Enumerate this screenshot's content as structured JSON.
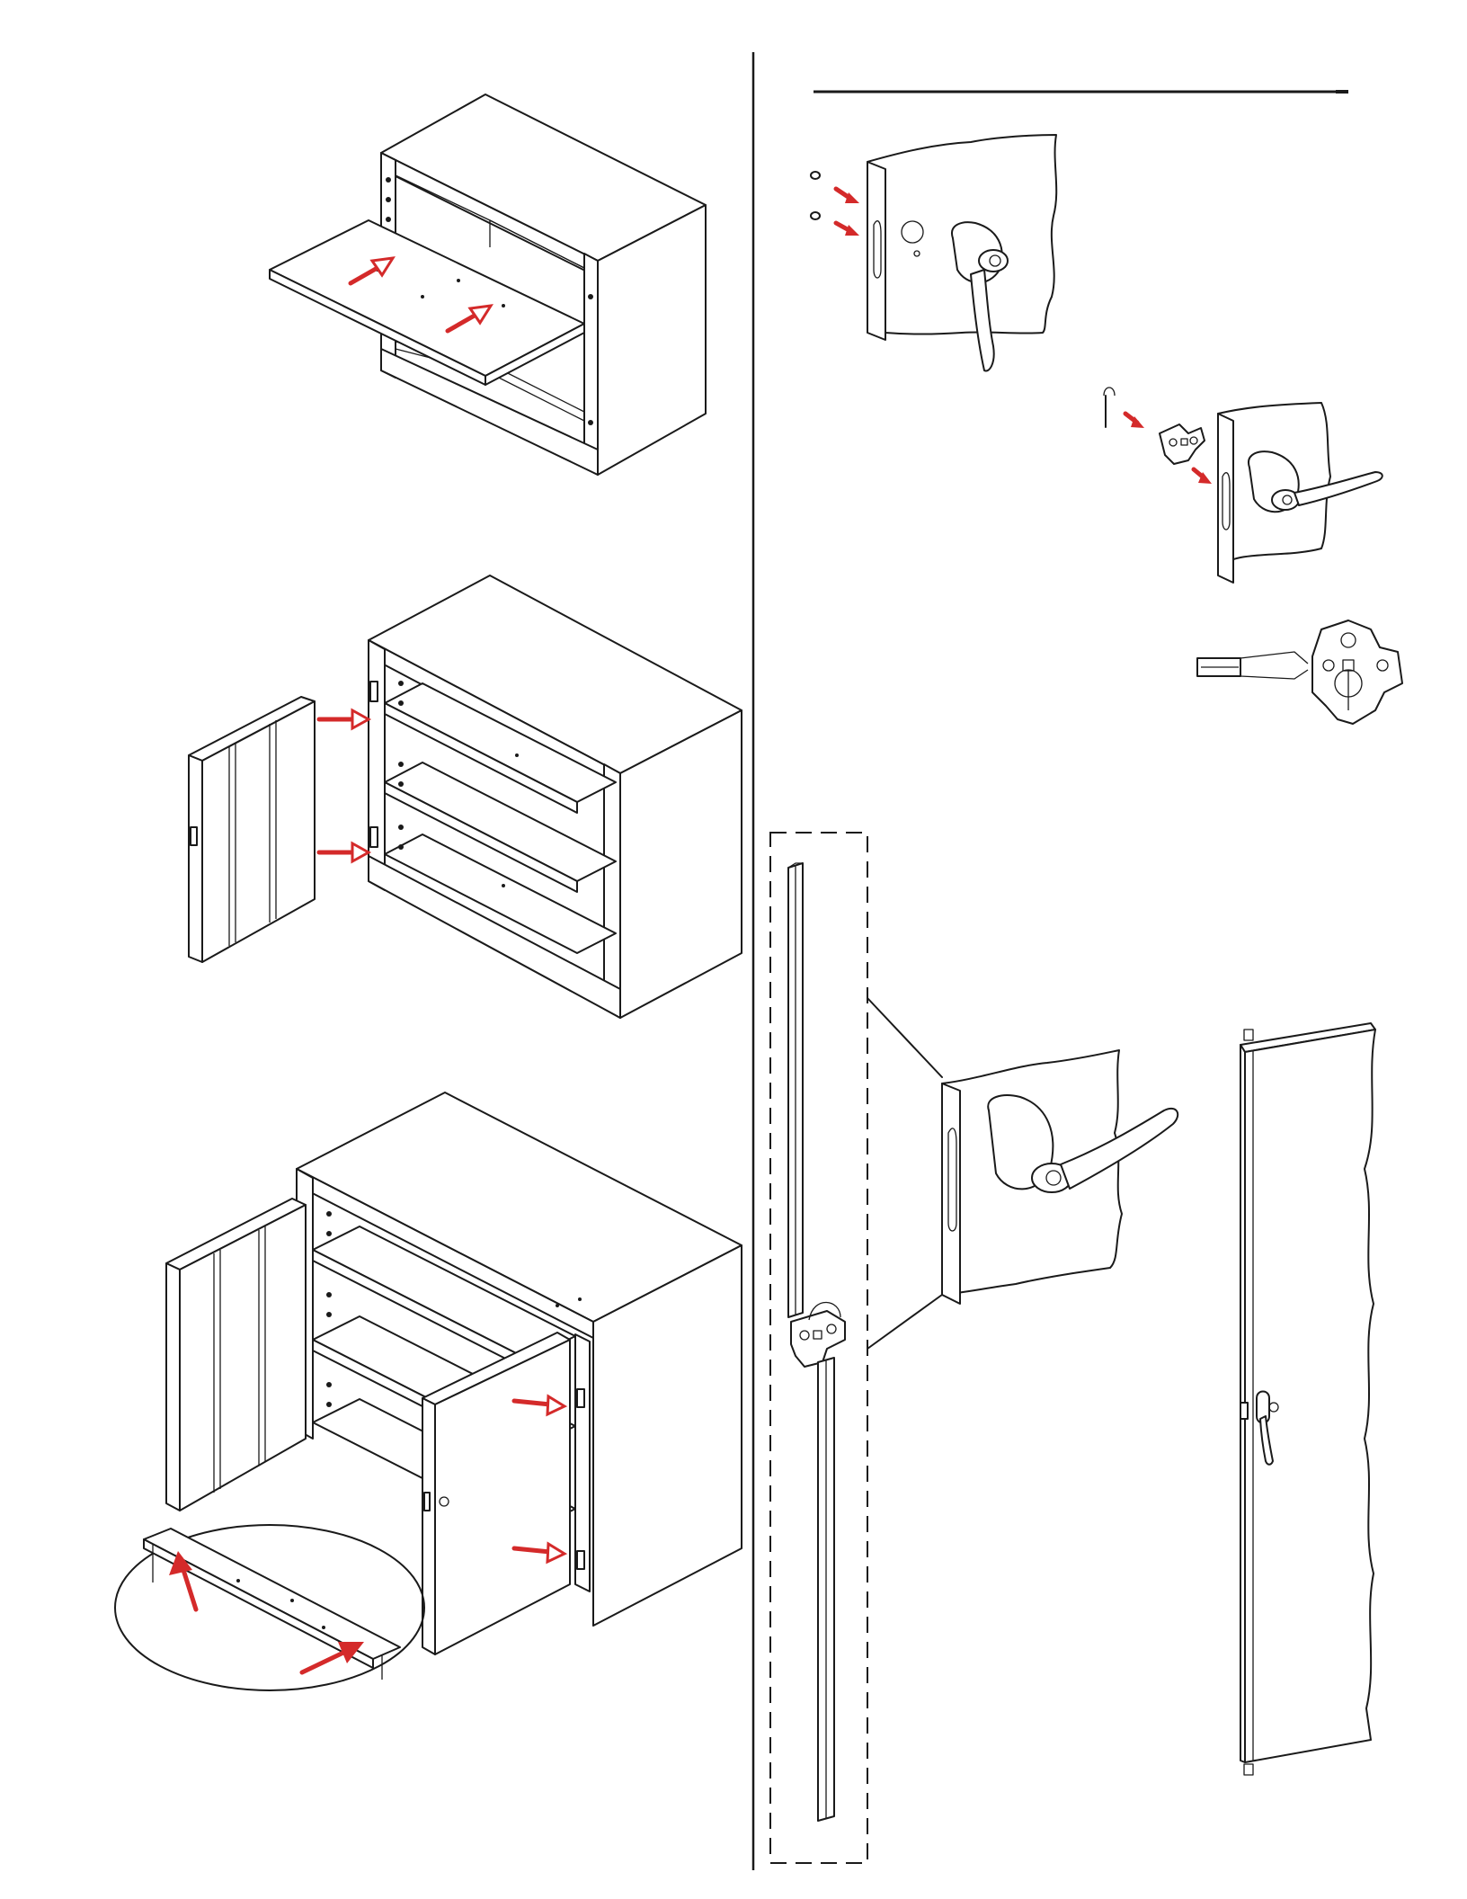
{
  "colors": {
    "line": "#1a1a1a",
    "arrow": "#d42a2a",
    "paper": "#ffffff"
  },
  "figures": {
    "left": [
      "shelf-insertion-step",
      "door-hinge-mounting-step",
      "second-door-mounting-step"
    ],
    "right": [
      "handle-bolts-step",
      "latch-plate-step",
      "latch-assembly-detail",
      "lock-rod-detail",
      "door-with-handle"
    ]
  }
}
